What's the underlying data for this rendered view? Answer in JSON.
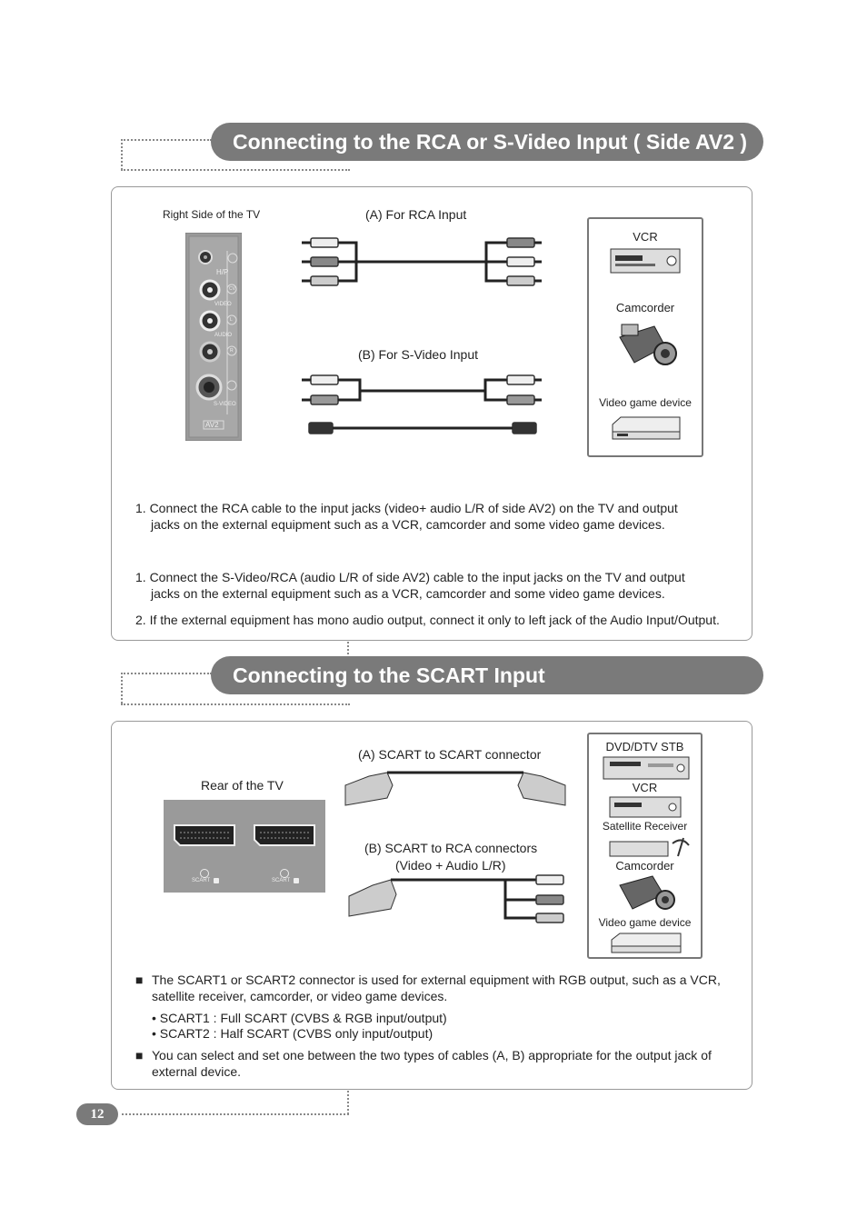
{
  "section1": {
    "title": "Connecting to the RCA or S-Video Input ( Side AV2 )",
    "tv_label": "Right Side of the TV",
    "panel_labels": {
      "hp": "H/P",
      "video": "VIDEO",
      "audio": "AUDIO",
      "svideo": "S-VIDEO",
      "av2": "AV2",
      "cv": "CV",
      "l": "L",
      "r": "R"
    },
    "cable_a_label": "(A) For RCA Input",
    "cable_b_label": "(B) For S-Video Input",
    "devices": [
      "VCR",
      "Camcorder",
      "Video game device"
    ],
    "steps_rca": [
      "1. Connect the RCA cable to the input jacks (video+ audio L/R of side AV2) on the TV and output",
      "jacks on the external equipment such as a VCR, camcorder and some video game devices."
    ],
    "steps_svideo_1": [
      "1. Connect the S-Video/RCA (audio L/R of side AV2) cable to the input jacks on the TV and output",
      "jacks on the external equipment such as a VCR, camcorder and some video game devices."
    ],
    "steps_svideo_2": "2. If the external equipment has mono audio output, connect it only to left jack of the Audio Input/Output."
  },
  "section2": {
    "title": "Connecting to the SCART Input",
    "tv_label": "Rear of the TV",
    "scart1": "SCART",
    "scart2": "SCART",
    "cable_a_label": "(A) SCART to SCART connector",
    "cable_b_label_1": "(B) SCART to RCA connectors",
    "cable_b_label_2": "(Video + Audio L/R)",
    "devices": [
      "DVD/DTV STB",
      "VCR",
      "Satellite Receiver",
      "Camcorder",
      "Video game device"
    ],
    "bullet1": [
      "The SCART1 or SCART2 connector is used for external equipment with RGB output, such as a VCR,",
      "satellite receiver, camcorder, or video game devices."
    ],
    "sub1": "• SCART1 : Full SCART (CVBS & RGB input/output)",
    "sub2": "• SCART2 : Half SCART (CVBS only input/output)",
    "bullet2": [
      "You can select and set one between the two types of cables (A, B) appropriate for the output jack of",
      "external device."
    ],
    "bullet_symbol": "■"
  },
  "page_number": "12",
  "colors": {
    "banner": "#7a7a7a",
    "border": "#999999"
  }
}
